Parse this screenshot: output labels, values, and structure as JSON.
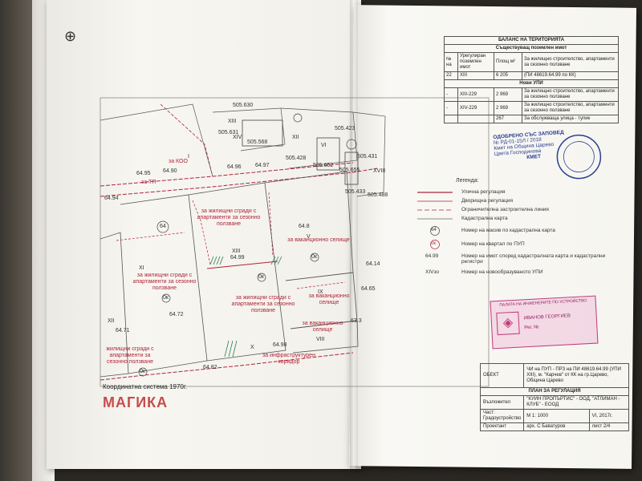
{
  "brand": "МАГИКА",
  "coord_system": "Координатна система 1970г.",
  "balance": {
    "title": "БАЛАНС НА ТЕРИТОРИЯТА",
    "section_existing": "Съществуващ поземлен имот",
    "headers": [
      "№ на",
      "Урегулиран поземлен имот",
      "Площ м²",
      "За жилищно строителство, апартаменти за сезонно ползване"
    ],
    "existing_row": {
      "no": "22",
      "upi": "XIII",
      "area": "6 205",
      "purpose": "(ПИ 48619.64.99 по КК)"
    },
    "section_new": "Нови УПИ",
    "new_rows": [
      {
        "no": "-",
        "upi": "XIII-229",
        "area": "2 969",
        "purpose": "За жилищно строителство, апартаменти за сезонно ползване"
      },
      {
        "no": "-",
        "upi": "XIV-229",
        "area": "2 969",
        "purpose": "За жилищно строителство, апартаменти за сезонно ползване"
      },
      {
        "no": "",
        "upi": "",
        "area": "267",
        "purpose": "За обслужваща улица - тупик"
      }
    ]
  },
  "stamp_blue": {
    "l1": "ОДОБРЕНО СЪС ЗАПОВЕД",
    "l2": "№ РД-01-15Л / 2018",
    "l3": "Кмет на Община Царево",
    "l4": "Цвета Господинова",
    "l5": "КМЕТ"
  },
  "legend": {
    "title": "Легенда:",
    "items": [
      "Улична регулация",
      "Дворищна регулация",
      "Ограничителна застроителна линия",
      "Кадастрална карта",
      "Номер на масив по кадастрална карта",
      "Номер на квартал по ПУП",
      "Номер на имот според кадастралната карта и кадастрални регистри",
      "Номер на новообразуваното УПИ"
    ],
    "sym_masiv": "64",
    "sym_kvartal": "0к",
    "sym_imot": "64.99",
    "sym_upi": "XIVзо"
  },
  "stamp_pink": {
    "l1": "ПАЛАТА НА ИНЖЕНЕРИТЕ ПО УСТРОЙСТВО",
    "l2": "ИВАНОВ ГЕОРГИЕВ",
    "l3": "Рег. №"
  },
  "title_block": {
    "obekt_label": "ОБЕКТ",
    "obekt_text": "ЧИ на ПУП - ПРЗ на ПИ 48619.64.99 (УПИ XIII), м. \"Карчев\" от КК на гр.Царево, Община Царево",
    "plan_title": "ПЛАН ЗА РЕГУЛАЦИЯ",
    "vazlozhitel_label": "Възложител",
    "vazlozhitel": "\"КУИН ПРОПЪРТИС\" - ООД, \"АТЛИМАН - КЛУБ\" - ЕООД",
    "part_label": "Част: Градоустройство",
    "scale": "М 1: 1000",
    "date": "VI, 2017г.",
    "designer_label": "Проектант",
    "designer": "арх. С Баватуров",
    "sheet": "лист 2/4"
  },
  "map_labels": {
    "n505630": "505.630",
    "n505631": "505.631",
    "n505568": "505.568",
    "n505428": "505.428",
    "n505423": "505.423",
    "n505431": "505.431",
    "n505652": "505.652",
    "n505655": "505.655",
    "n505433": "505.433",
    "n505488": "505.488",
    "n6495": "64.95",
    "n6490": "64.90",
    "n6496": "64.96",
    "n6497": "64.97",
    "n6494": "64.94",
    "n6499": "64.99",
    "n648": "64.8",
    "n6414": "64.14",
    "n6465": "64.65",
    "n6472": "64.72",
    "n6471": "64.71",
    "n6498": "64.98",
    "n6482": "64.82",
    "n633": "63.3",
    "r_xiii": "XIII",
    "r_xiv": "XIV",
    "r_xii": "XII",
    "r_xi": "XI",
    "r_xii_b": "XII",
    "r_v": "V",
    "r_ix": "IX",
    "r_viii": "VIII",
    "r_x": "X",
    "r_i": "I",
    "r_vi": "VI",
    "r_xviii": "XVIII",
    "r_xiii_bot": "ХIII",
    "t_koo": "за КОО",
    "t_tp": "за ТП",
    "t_upi13": "за жилищни сгради с апартаменти за сезонно ползване",
    "t_upi14": "за жилищни сгради с апартаменти за сезонно ползване",
    "t_upi11": "за жилищни сгради с апартаменти за сезонно ползване",
    "t_upi12": "жилищни сгради с апартаменти за сезонно ползване",
    "t_vak5": "за ваканционно селище",
    "t_vak9": "за ваканционно селище",
    "t_vak8": "за ваканционно селище",
    "t_infra": "за инфраструктурен коридор",
    "k64": "64",
    "k0": "0к"
  }
}
